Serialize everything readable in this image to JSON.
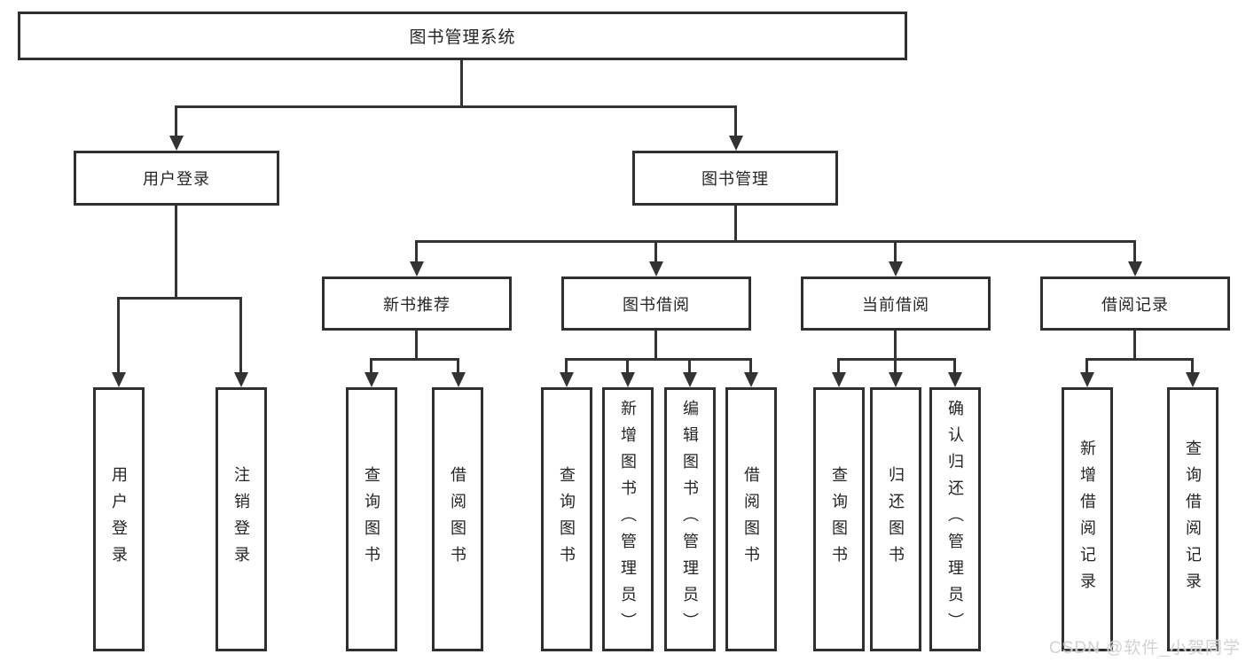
{
  "diagram_type": "hierarchy-tree",
  "nodes": {
    "root": "图书管理系统",
    "user_login": "用户登录",
    "book_mgmt": "图书管理",
    "new_books": "新书推荐",
    "book_borrow": "图书借阅",
    "current_borrow": "当前借阅",
    "borrow_records": "借阅记录",
    "leaf_login": "用户登录",
    "leaf_logout": "注销登录",
    "leaf_nb_query": "查询图书",
    "leaf_nb_borrow": "借阅图书",
    "leaf_bb_query": "查询图书",
    "leaf_bb_add": "新增图书（管理员）",
    "leaf_bb_edit": "编辑图书（管理员）",
    "leaf_bb_borrow": "借阅图书",
    "leaf_cb_query": "查询图书",
    "leaf_cb_return": "归还图书",
    "leaf_cb_confirm": "确认归还（管理员）",
    "leaf_br_add": "新增借阅记录",
    "leaf_br_query": "查询借阅记录"
  },
  "hierarchy": {
    "图书管理系统": {
      "用户登录": [
        "用户登录",
        "注销登录"
      ],
      "图书管理": {
        "新书推荐": [
          "查询图书",
          "借阅图书"
        ],
        "图书借阅": [
          "查询图书",
          "新增图书（管理员）",
          "编辑图书（管理员）",
          "借阅图书"
        ],
        "当前借阅": [
          "查询图书",
          "归还图书",
          "确认归还（管理员）"
        ],
        "借阅记录": [
          "新增借阅记录",
          "查询借阅记录"
        ]
      }
    }
  },
  "watermark": "CSDN @软件_小贺同学",
  "colors": {
    "line": "#333333",
    "box_border": "#2f2f2f",
    "text": "#252525",
    "background": "#ffffff",
    "watermark": "#d2d2d2"
  }
}
